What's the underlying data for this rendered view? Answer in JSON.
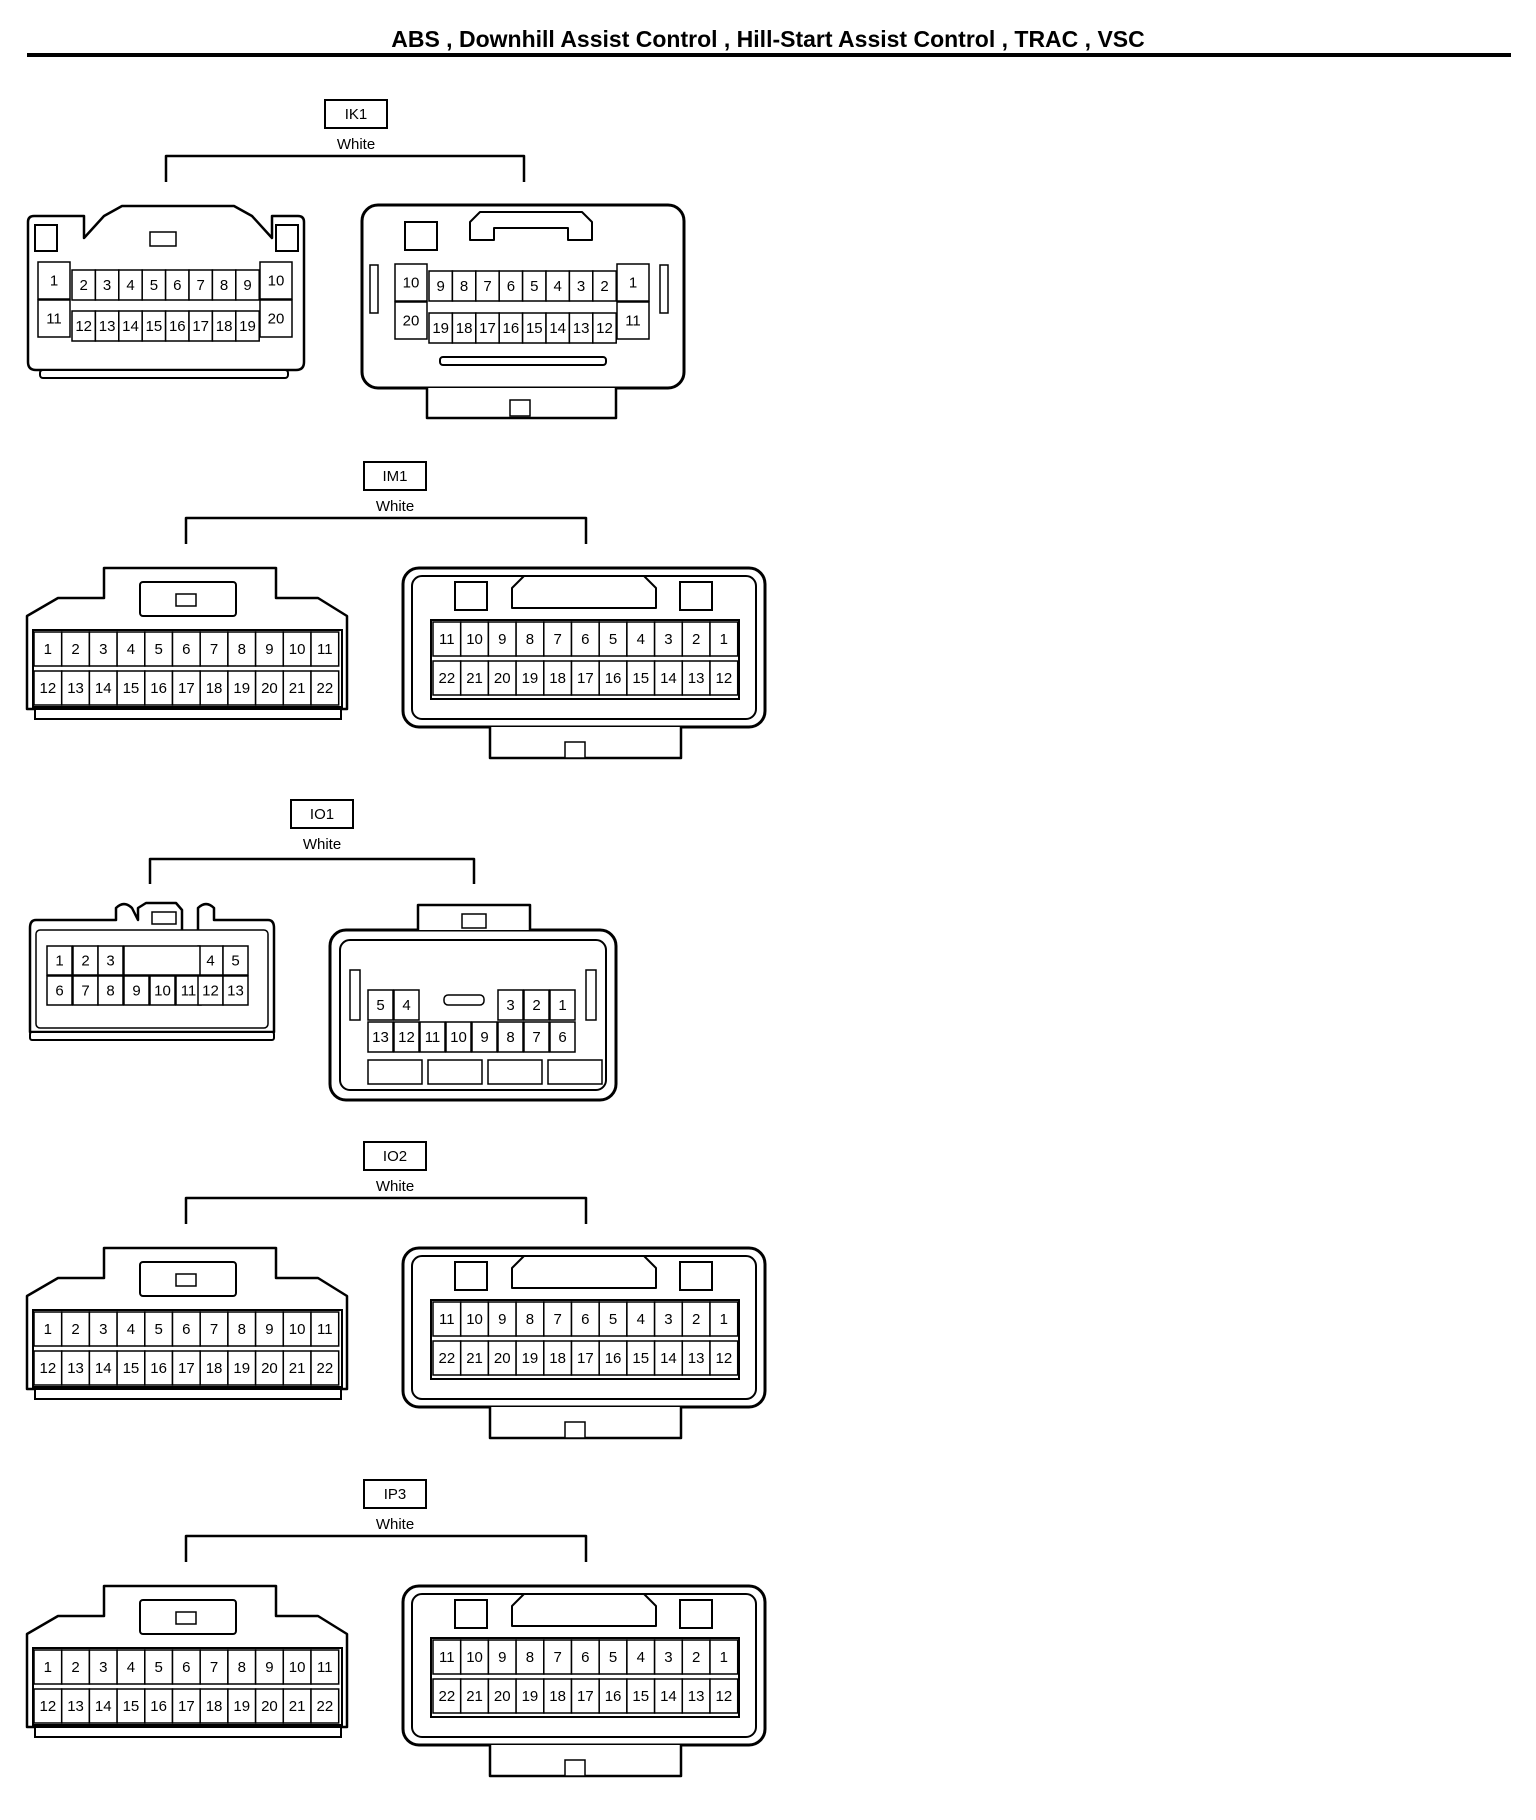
{
  "title": "ABS , Downhill Assist Control , Hill-Start Assist Control , TRAC , VSC",
  "connectors": [
    {
      "id": "IK1",
      "color": "White",
      "harness": {
        "rows": [
          [
            "1",
            "2",
            "3",
            "4",
            "5",
            "6",
            "7",
            "8",
            "9",
            "10"
          ],
          [
            "11",
            "12",
            "13",
            "14",
            "15",
            "16",
            "17",
            "18",
            "19",
            "20"
          ]
        ]
      },
      "device": {
        "rows": [
          [
            "10",
            "9",
            "8",
            "7",
            "6",
            "5",
            "4",
            "3",
            "2",
            "1"
          ],
          [
            "20",
            "19",
            "18",
            "17",
            "16",
            "15",
            "14",
            "13",
            "12",
            "11"
          ]
        ]
      }
    },
    {
      "id": "IM1",
      "color": "White",
      "harness": {
        "rows": [
          [
            "1",
            "2",
            "3",
            "4",
            "5",
            "6",
            "7",
            "8",
            "9",
            "10",
            "11"
          ],
          [
            "12",
            "13",
            "14",
            "15",
            "16",
            "17",
            "18",
            "19",
            "20",
            "21",
            "22"
          ]
        ]
      },
      "device": {
        "rows": [
          [
            "11",
            "10",
            "9",
            "8",
            "7",
            "6",
            "5",
            "4",
            "3",
            "2",
            "1"
          ],
          [
            "22",
            "21",
            "20",
            "19",
            "18",
            "17",
            "16",
            "15",
            "14",
            "13",
            "12"
          ]
        ]
      }
    },
    {
      "id": "IO1",
      "color": "White",
      "harness": {
        "rows": [
          [
            "1",
            "2",
            "3",
            "4",
            "5"
          ],
          [
            "6",
            "7",
            "8",
            "9",
            "10",
            "11",
            "12",
            "13"
          ]
        ]
      },
      "device": {
        "rows": [
          [
            "5",
            "4",
            "3",
            "2",
            "1"
          ],
          [
            "13",
            "12",
            "11",
            "10",
            "9",
            "8",
            "7",
            "6"
          ]
        ]
      }
    },
    {
      "id": "IO2",
      "color": "White",
      "harness": {
        "rows": [
          [
            "1",
            "2",
            "3",
            "4",
            "5",
            "6",
            "7",
            "8",
            "9",
            "10",
            "11"
          ],
          [
            "12",
            "13",
            "14",
            "15",
            "16",
            "17",
            "18",
            "19",
            "20",
            "21",
            "22"
          ]
        ]
      },
      "device": {
        "rows": [
          [
            "11",
            "10",
            "9",
            "8",
            "7",
            "6",
            "5",
            "4",
            "3",
            "2",
            "1"
          ],
          [
            "22",
            "21",
            "20",
            "19",
            "18",
            "17",
            "16",
            "15",
            "14",
            "13",
            "12"
          ]
        ]
      }
    },
    {
      "id": "IP3",
      "color": "White",
      "harness": {
        "rows": [
          [
            "1",
            "2",
            "3",
            "4",
            "5",
            "6",
            "7",
            "8",
            "9",
            "10",
            "11"
          ],
          [
            "12",
            "13",
            "14",
            "15",
            "16",
            "17",
            "18",
            "19",
            "20",
            "21",
            "22"
          ]
        ]
      },
      "device": {
        "rows": [
          [
            "11",
            "10",
            "9",
            "8",
            "7",
            "6",
            "5",
            "4",
            "3",
            "2",
            "1"
          ],
          [
            "22",
            "21",
            "20",
            "19",
            "18",
            "17",
            "16",
            "15",
            "14",
            "13",
            "12"
          ]
        ]
      }
    }
  ]
}
